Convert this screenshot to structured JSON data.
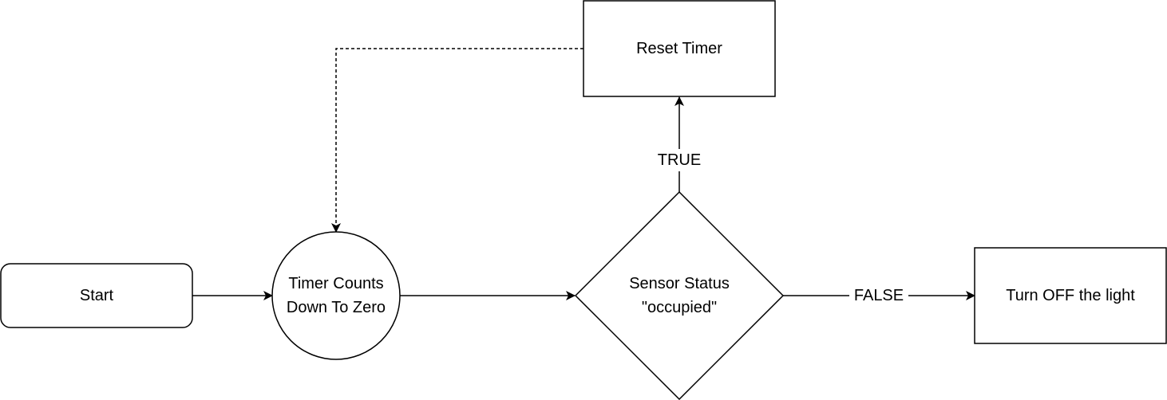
{
  "diagram": {
    "nodes": {
      "start": {
        "label": "Start"
      },
      "timer": {
        "line1": "Timer Counts",
        "line2": "Down To Zero"
      },
      "sensor": {
        "line1": "Sensor Status",
        "line2": "\"occupied\""
      },
      "reset": {
        "label": "Reset Timer"
      },
      "off": {
        "label": "Turn OFF the light"
      }
    },
    "edges": {
      "start_to_timer": {
        "label": ""
      },
      "timer_to_sensor": {
        "label": ""
      },
      "sensor_to_reset": {
        "label": "TRUE"
      },
      "reset_to_timer": {
        "label": "",
        "style": "dashed"
      },
      "sensor_to_off": {
        "label": "FALSE"
      }
    },
    "colors": {
      "stroke": "#000000",
      "fill": "#ffffff"
    }
  }
}
